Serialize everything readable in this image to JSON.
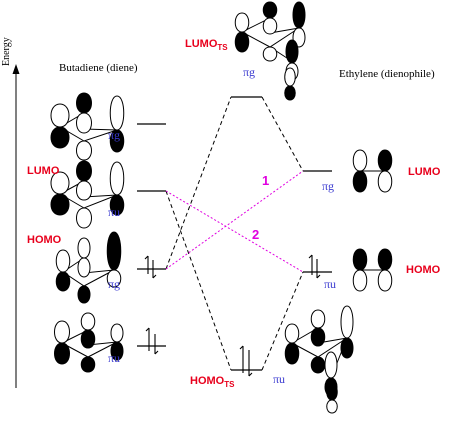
{
  "axis": {
    "label": "Energy"
  },
  "headers": {
    "diene": "Butadiene (diene)",
    "dienophile": "Ethylene (dienophile)"
  },
  "labels": {
    "lumo_ts_main": "LUMO",
    "lumo_ts_sub": "TS",
    "homo_ts_main": "HOMO",
    "homo_ts_sub": "TS",
    "left_lumo": "LUMO",
    "left_homo": "HOMO",
    "right_lumo": "LUMO",
    "right_homo": "HOMO",
    "pi_g": "πg",
    "pi_u": "πu",
    "interaction_1": "1",
    "interaction_2": "2"
  },
  "colors": {
    "frontier_label": "#e8001c",
    "symmetry_label": "#3a3ad0",
    "interaction_line": "#e000e0"
  }
}
